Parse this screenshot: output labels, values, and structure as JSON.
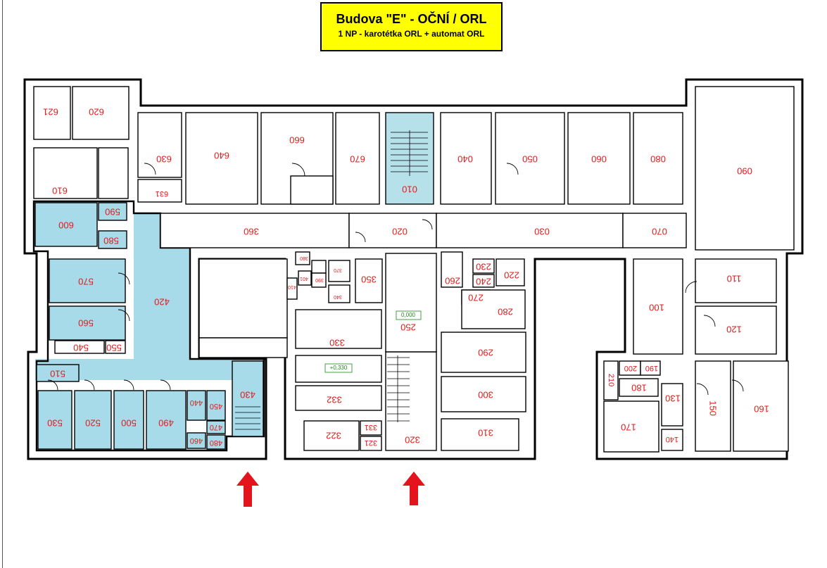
{
  "title": {
    "main": "Budova \"E\" - OČNÍ / ORL",
    "sub": "1 NP - karotétka ORL + automat ORL"
  },
  "colors": {
    "highlight": "#a7dbe9",
    "label": "#e11a1a",
    "title_bg": "#ffff00",
    "arrow": "#e4141e"
  },
  "level_marks": [
    "0,000",
    "+0,330"
  ],
  "rooms": {
    "r621": "621",
    "r620": "620",
    "r610": "610",
    "r630": "630",
    "r631": "631",
    "r640": "640",
    "r660": "660",
    "r670": "670",
    "r010": "010",
    "r040": "040",
    "r050": "050",
    "r060": "060",
    "r080": "080",
    "r090": "090",
    "r600": "600",
    "r590": "590",
    "r580": "580",
    "r570": "570",
    "r560": "560",
    "r540": "540",
    "r550": "550",
    "r510": "510",
    "r530": "530",
    "r520": "520",
    "r500": "500",
    "r490": "490",
    "r440": "440",
    "r450": "450",
    "r470": "470",
    "r460": "460",
    "r480": "480",
    "r430": "430",
    "r420": "420",
    "r360": "360",
    "r020": "020",
    "r030": "030",
    "r070": "070",
    "r380": "380",
    "r410": "410",
    "r401": "401",
    "r390": "390",
    "r370": "370",
    "r340": "340",
    "r350": "350",
    "r330": "330",
    "r332": "332",
    "r322": "322",
    "r331": "331",
    "r321": "321",
    "r320": "320",
    "r250": "250",
    "r260": "260",
    "r230": "230",
    "r240": "240",
    "r220": "220",
    "r270": "270",
    "r280": "280",
    "r290": "290",
    "r300": "300",
    "r310": "310",
    "r100": "100",
    "r110": "110",
    "r120": "120",
    "r210": "210",
    "r200": "200",
    "r190": "190",
    "r180": "180",
    "r130": "130",
    "r170": "170",
    "r140": "140",
    "r150": "150",
    "r160": "160"
  }
}
